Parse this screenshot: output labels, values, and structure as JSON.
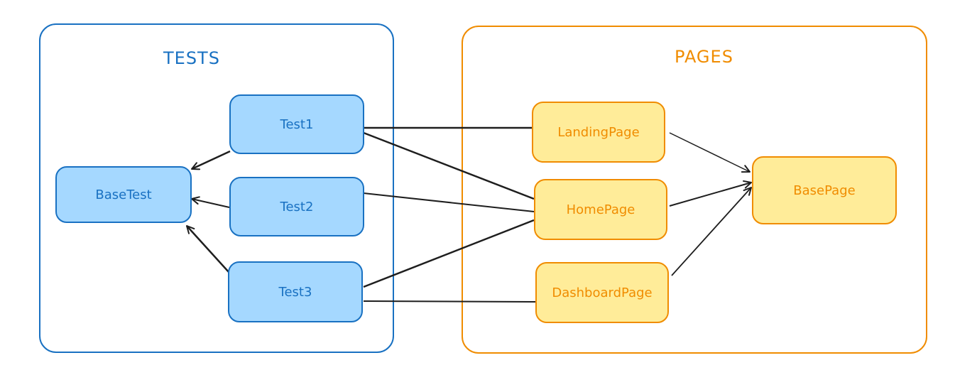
{
  "groups": {
    "tests": {
      "title": "TESTS",
      "color": "#1971c2"
    },
    "pages": {
      "title": "PAGES",
      "color": "#f08c00"
    }
  },
  "nodes": {
    "base_test": {
      "label": "BaseTest"
    },
    "test1": {
      "label": "Test1"
    },
    "test2": {
      "label": "Test2"
    },
    "test3": {
      "label": "Test3"
    },
    "landing_page": {
      "label": "LandingPage"
    },
    "home_page": {
      "label": "HomePage"
    },
    "dashboard_page": {
      "label": "DashboardPage"
    },
    "base_page": {
      "label": "BasePage"
    }
  },
  "edges": [
    {
      "from": "test1",
      "to": "base_test",
      "type": "inheritance-arrow"
    },
    {
      "from": "test2",
      "to": "base_test",
      "type": "inheritance-arrow"
    },
    {
      "from": "test3",
      "to": "base_test",
      "type": "inheritance-arrow"
    },
    {
      "from": "test1",
      "to": "landing_page",
      "type": "association"
    },
    {
      "from": "test1",
      "to": "home_page",
      "type": "association"
    },
    {
      "from": "test2",
      "to": "home_page",
      "type": "association"
    },
    {
      "from": "test3",
      "to": "home_page",
      "type": "association"
    },
    {
      "from": "test3",
      "to": "dashboard_page",
      "type": "association"
    },
    {
      "from": "landing_page",
      "to": "base_page",
      "type": "inheritance-arrow"
    },
    {
      "from": "home_page",
      "to": "base_page",
      "type": "inheritance-arrow"
    },
    {
      "from": "dashboard_page",
      "to": "base_page",
      "type": "inheritance-arrow"
    }
  ],
  "colors": {
    "blue_fill": "#a5d8ff",
    "blue_stroke": "#1971c2",
    "yellow_fill": "#ffec99",
    "orange_stroke": "#f08c00",
    "edge": "#1e1e1e"
  }
}
